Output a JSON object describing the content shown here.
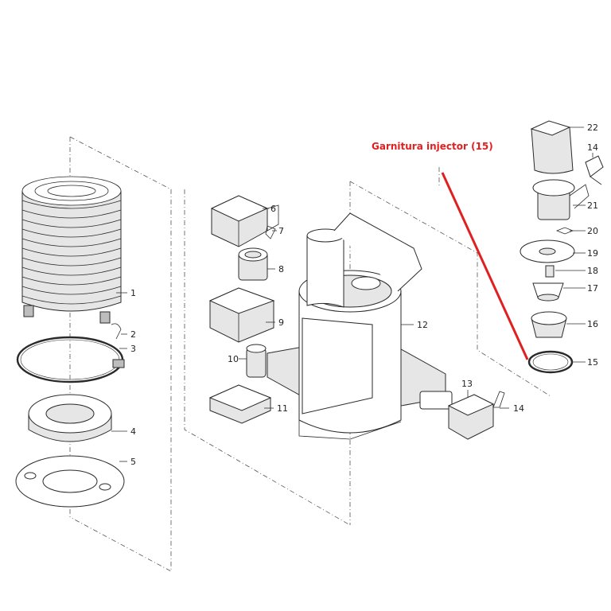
{
  "annotation": {
    "text": "Garnitura injector (15)",
    "color": "#e02020"
  },
  "callouts": {
    "c1": "1",
    "c2": "2",
    "c3": "3",
    "c4": "4",
    "c5": "5",
    "c6": "6",
    "c7": "7",
    "c8": "8",
    "c9": "9",
    "c10": "10",
    "c11": "11",
    "c12": "12",
    "c13": "13",
    "c14a": "14",
    "c14b": "14",
    "c15": "15",
    "c16": "16",
    "c17": "17",
    "c18": "18",
    "c19": "19",
    "c20": "20",
    "c21": "21",
    "c22": "22"
  }
}
